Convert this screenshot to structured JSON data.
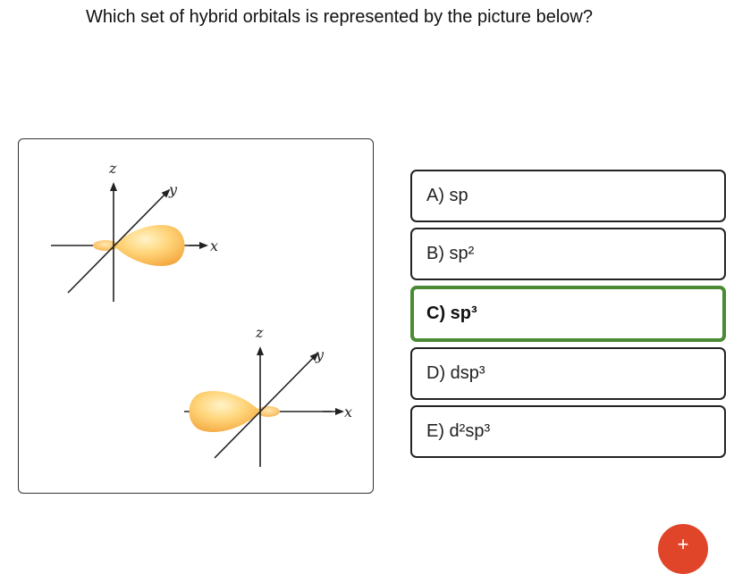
{
  "question": {
    "text": "Which set of hybrid orbitals is represented by the picture below?"
  },
  "figure": {
    "axis_labels": {
      "z": "z",
      "y": "y",
      "x": "x"
    },
    "colors": {
      "lobe_light": "#ffe7a8",
      "lobe_mid": "#ffcf6a",
      "lobe_dark": "#f4a63a",
      "axis": "#222222"
    }
  },
  "options": [
    {
      "label": "A) sp",
      "selected": false
    },
    {
      "label": "B) sp²",
      "selected": false
    },
    {
      "label": "C) sp³",
      "selected": true
    },
    {
      "label": "D) dsp³",
      "selected": false
    },
    {
      "label": "E) d²sp³",
      "selected": false
    }
  ],
  "colors": {
    "selected_border": "#4a8a34",
    "fab": "#e0452a"
  },
  "fab": {
    "icon": "plus-icon",
    "glyph": "+"
  }
}
